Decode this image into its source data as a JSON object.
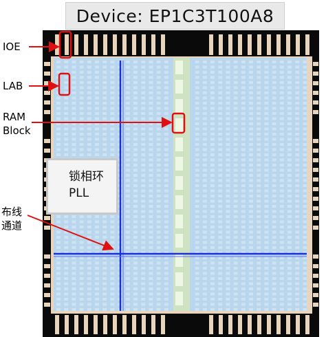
{
  "title": "Device: EP1C3T100A8",
  "labels": {
    "ioe": "IOE",
    "lab": "LAB",
    "ram_line1": "RAM",
    "ram_line2": "Block",
    "routing_line1": "布线",
    "routing_line2": "通道",
    "pll_line1": "锁相环",
    "pll_line2": "PLL"
  },
  "colors": {
    "package": "#0a0a0a",
    "io_ring": "#e8d5bd",
    "lab_area": "#b9d6ec",
    "lab_cell": "#cde3f4",
    "ram_column": "#cfe2c2",
    "ram_block": "#eef6e6",
    "routing": "#1b2fd8",
    "highlight": "#e01010"
  }
}
